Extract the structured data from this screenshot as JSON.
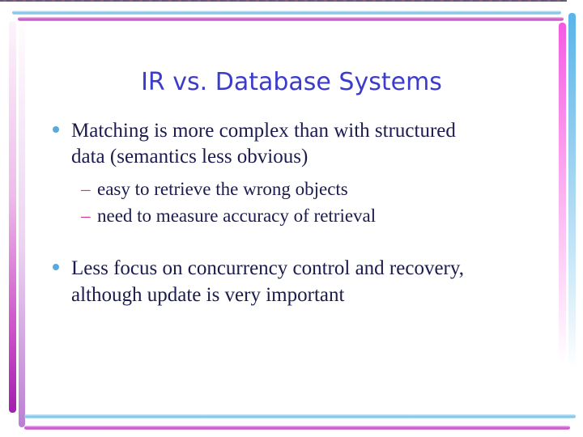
{
  "slide": {
    "title": "IR vs. Database Systems",
    "bullets": [
      {
        "level": 1,
        "lines": [
          "Matching is more complex than with structured",
          "data (semantics less obvious)"
        ]
      },
      {
        "level": 2,
        "lines": [
          "easy to retrieve the wrong objects"
        ]
      },
      {
        "level": 2,
        "lines": [
          "need to measure accuracy of retrieval"
        ]
      },
      {
        "level": 1,
        "lines": [
          "Less focus on concurrency control and recovery,",
          "although update is very important"
        ]
      }
    ],
    "markers": {
      "level1_dot": "•",
      "level2_dash": "–"
    },
    "colors": {
      "background": "#ffffff",
      "title_text": "#3c3ccb",
      "body_text": "#1b1b4d",
      "bullet_dot": "#56abdc",
      "sub_dash": "#c93a96",
      "border_sky_blue": "#7cc2e8",
      "border_magenta": "#c94ecb",
      "border_pink_bar": "#f55ae3",
      "border_purple_bar": "#a21fae",
      "border_lavender_bar": "#bb7fd2"
    }
  }
}
